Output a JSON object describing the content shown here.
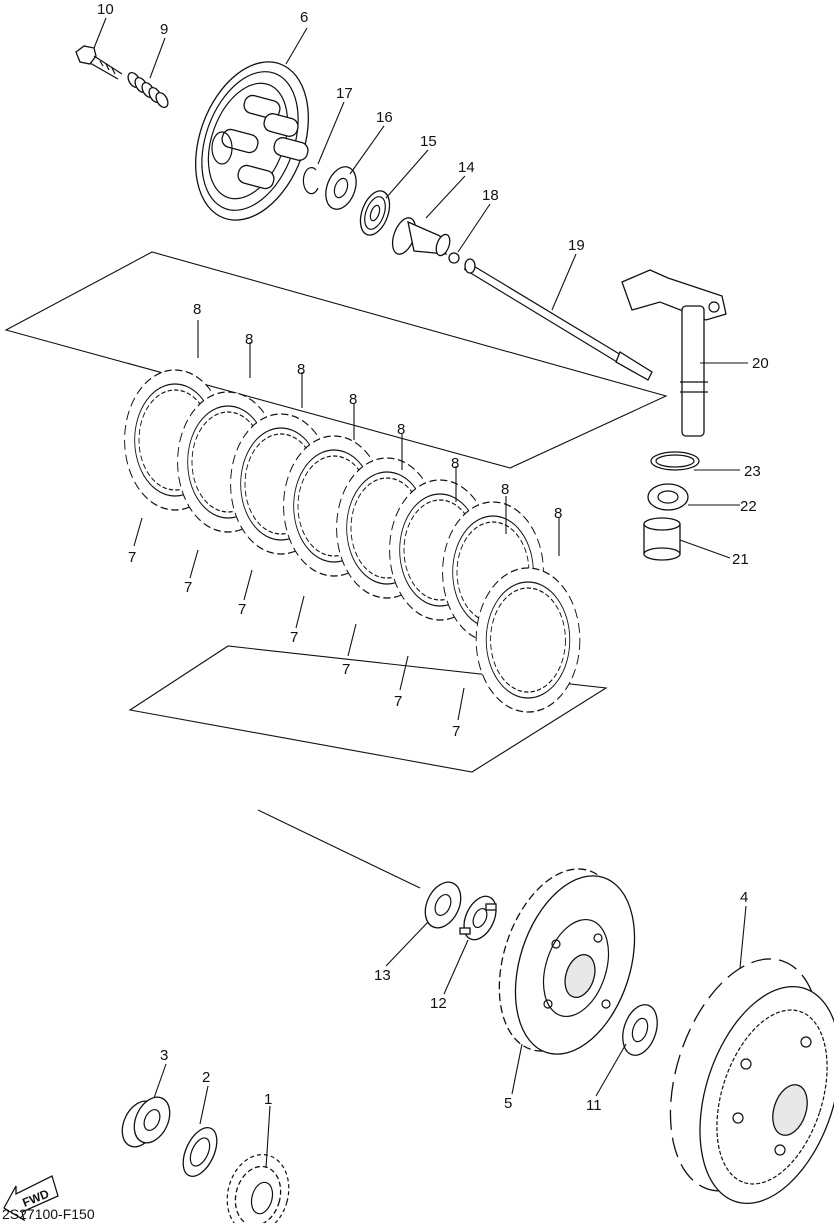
{
  "callouts": {
    "c1": "1",
    "c2": "2",
    "c3": "3",
    "c4": "4",
    "c5": "5",
    "c6": "6",
    "c7": "7",
    "c8": "8",
    "c9": "9",
    "c10": "10",
    "c11": "11",
    "c12": "12",
    "c13": "13",
    "c14": "14",
    "c15": "15",
    "c16": "16",
    "c17": "17",
    "c18": "18",
    "c19": "19",
    "c20": "20",
    "c21": "21",
    "c22": "22",
    "c23": "23"
  },
  "fwd_label": "FWD",
  "diagram_code": "2S27100-F150"
}
